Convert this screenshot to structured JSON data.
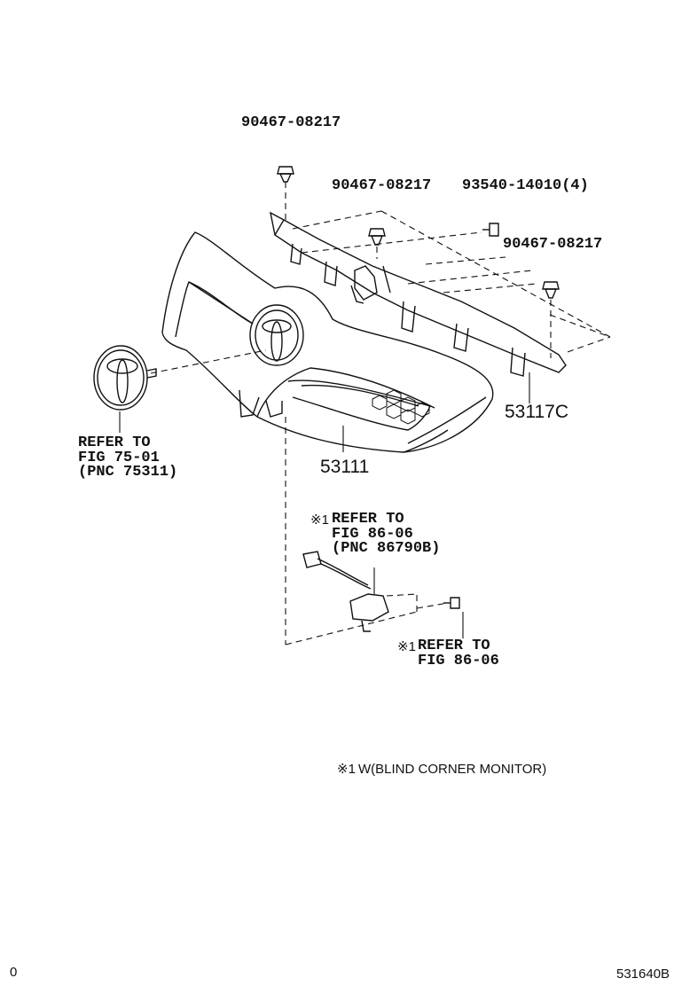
{
  "parts": {
    "clip_top": "90467-08217",
    "clip_mid": "90467-08217",
    "screw": "93540-14010(4)",
    "clip_right": "90467-08217",
    "support": "53117C",
    "grille": "53111"
  },
  "refs": {
    "emblem_line1": "REFER TO",
    "emblem_line2": "FIG 75-01",
    "emblem_line3": "(PNC 75311)",
    "camera_mark": "※1",
    "camera_line1": "REFER TO",
    "camera_line2": "FIG 86-06",
    "camera_line3": "(PNC 86790B)",
    "bracket_mark": "※1",
    "bracket_line1": "REFER TO",
    "bracket_line2": "FIG 86-06"
  },
  "footnote": {
    "mark": "※1",
    "text": "W(BLIND CORNER MONITOR)"
  },
  "corner": {
    "left": "0",
    "right": "531640B"
  }
}
